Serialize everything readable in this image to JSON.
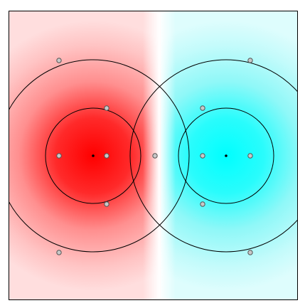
{
  "diagram": {
    "kind": "dipole-field-visualization",
    "colors": {
      "positive": "#ff0000",
      "negative": "#00ffff",
      "neutral": "#ffffff",
      "circle_stroke": "#000000",
      "handle_fill": "#c8c8c8",
      "handle_stroke": "#555555",
      "center_dot": "#000000",
      "border": "#000000"
    },
    "charges": [
      {
        "name": "positive-charge",
        "polarity": "positive"
      },
      {
        "name": "negative-charge",
        "polarity": "negative"
      }
    ]
  }
}
